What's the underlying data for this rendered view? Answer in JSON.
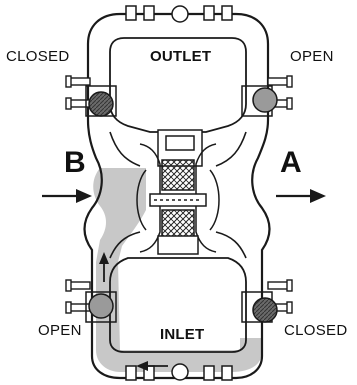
{
  "labels": {
    "top_left_valve": "CLOSED",
    "top_right_valve": "OPEN",
    "top_manifold": "OUTLET",
    "bottom_left_valve": "OPEN",
    "bottom_right_valve": "CLOSED",
    "bottom_manifold": "INLET",
    "left_chamber": "B",
    "right_chamber": "A"
  },
  "colors": {
    "line": "#1a1a1a",
    "flow_fill": "#c8c8c8",
    "ball_open": "#9a9a9a",
    "ball_closed": "#555555"
  }
}
